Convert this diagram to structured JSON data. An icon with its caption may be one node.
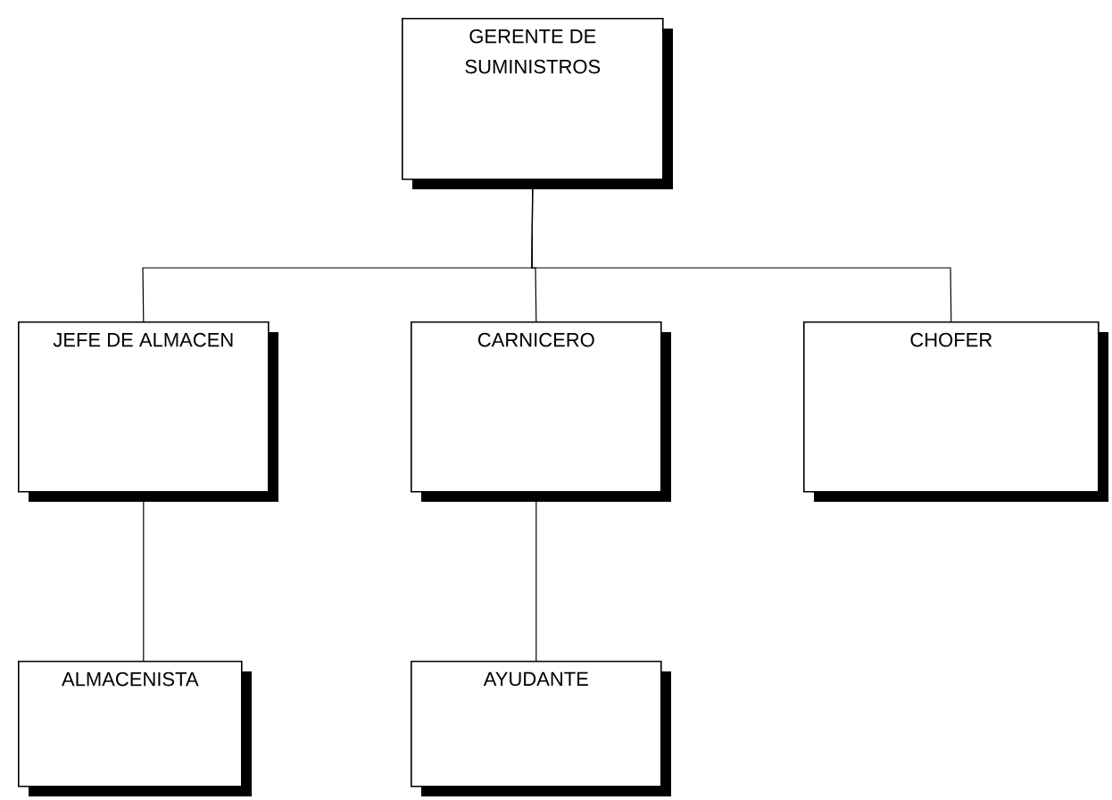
{
  "diagram": {
    "nodes": [
      {
        "text": [
          "GERENTE DE SUMINISTROS"
        ]
      },
      {
        "text": [
          "JEFE DE ALMACEN"
        ]
      },
      {
        "text": [
          "CARNICERO"
        ]
      },
      {
        "text": [
          "CHOFER"
        ]
      },
      {
        "text": [
          "ALMACENISTA"
        ]
      },
      {
        "text": [
          "AYUDANTE"
        ]
      }
    ],
    "edges": [
      {
        "from": 0,
        "to": 1,
        "arrow": "none"
      },
      {
        "from": 0,
        "to": 2,
        "arrow": "none"
      },
      {
        "from": 0,
        "to": 3,
        "arrow": "none"
      },
      {
        "from": 1,
        "to": 4,
        "arrow": "none"
      },
      {
        "from": 2,
        "to": 5,
        "arrow": "none"
      }
    ]
  }
}
